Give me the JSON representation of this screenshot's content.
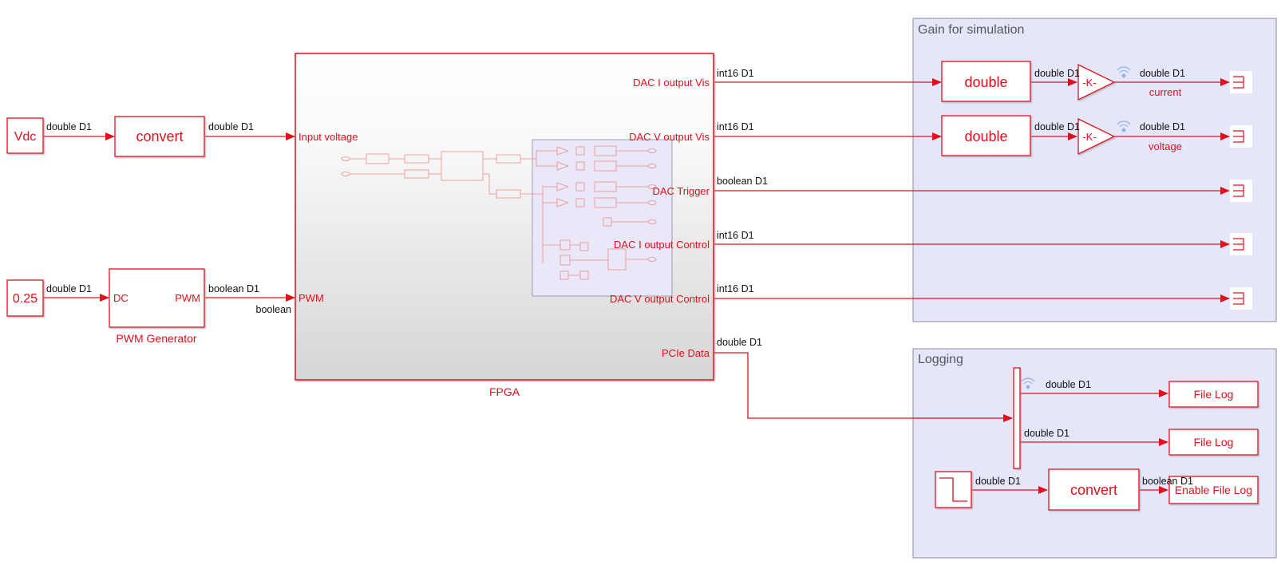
{
  "areas": {
    "gain_title": "Gain for simulation",
    "logging_title": "Logging"
  },
  "blocks": {
    "vdc": "Vdc",
    "const_025": "0.25",
    "convert_top": "convert",
    "pwm_gen_in": "DC",
    "pwm_gen_out": "PWM",
    "pwm_gen_name": "PWM Generator",
    "fpga_name": "FPGA",
    "double_1": "double",
    "double_2": "double",
    "gain_1": "-K-",
    "gain_2": "-K-",
    "gain_1_name": "current",
    "gain_2_name": "voltage",
    "file_log_1": "File Log",
    "file_log_2": "File Log",
    "convert_bottom": "convert",
    "enable_file_log": "Enable File Log"
  },
  "fpga_ports": {
    "in_1": "Input voltage",
    "in_2": "PWM",
    "out_1": "DAC I output Vis",
    "out_2": "DAC V output Vis",
    "out_3": "DAC Trigger",
    "out_4": "DAC I output Control",
    "out_5": "DAC V output Control",
    "out_6": "PCIe Data"
  },
  "signals": {
    "vdc_out": "double D1",
    "convert_out": "double D1",
    "const_out": "double D1",
    "pwm_out": "boolean D1",
    "pwm_type": "boolean",
    "out_1": "int16 D1",
    "out_2": "int16 D1",
    "out_3": "boolean D1",
    "out_4": "int16 D1",
    "out_5": "int16 D1",
    "out_6": "double D1",
    "double_1_out": "double D1",
    "double_2_out": "double D1",
    "gain_1_out": "double D1",
    "gain_2_out": "double D1",
    "demux_out_1": "double D1",
    "demux_out_2": "double D1",
    "step_out": "double D1",
    "convert_bottom_out": "boolean D1"
  },
  "colors": {
    "block_red": "#e0101c",
    "area_fill": "#e6e6fa",
    "area_border": "#8a8aa0",
    "signal_label": "#111111",
    "scope_accent": "#8fb4e8"
  }
}
